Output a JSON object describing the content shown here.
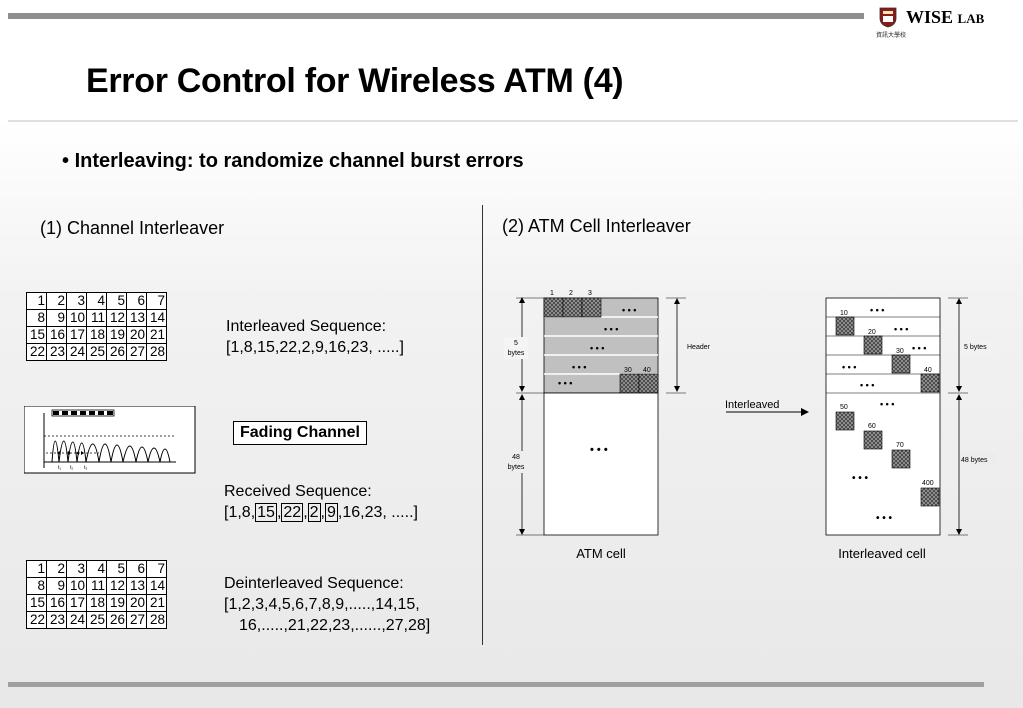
{
  "header": {
    "logo_text": "WISE",
    "logo_text_small": "LAB",
    "logo_subtext": "資訊大學校",
    "title": "Error Control for Wireless ATM (4)"
  },
  "bullet": {
    "symbol": "•",
    "text": "Interleaving:  to randomize channel burst errors"
  },
  "left_section": {
    "heading": "(1)  Channel Interleaver",
    "grid_top": [
      [
        "1",
        "2",
        "3",
        "4",
        "5",
        "6",
        "7"
      ],
      [
        "8",
        "9",
        "10",
        "11",
        "12",
        "13",
        "14"
      ],
      [
        "15",
        "16",
        "17",
        "18",
        "19",
        "20",
        "21"
      ],
      [
        "22",
        "23",
        "24",
        "25",
        "26",
        "27",
        "28"
      ]
    ],
    "grid_bottom": [
      [
        "1",
        "2",
        "3",
        "4",
        "5",
        "6",
        "7"
      ],
      [
        "8",
        "9",
        "10",
        "11",
        "12",
        "13",
        "14"
      ],
      [
        "15",
        "16",
        "17",
        "18",
        "19",
        "20",
        "21"
      ],
      [
        "22",
        "23",
        "24",
        "25",
        "26",
        "27",
        "28"
      ]
    ],
    "interleaved_label": "Interleaved Sequence:",
    "interleaved_value": "[1,8,15,22,2,9,16,23, .....]",
    "fading_channel": "Fading Channel",
    "received_label": "Received Sequence:",
    "received_prefix": "[1,8,",
    "received_errors": [
      "15",
      "22",
      "2",
      "9"
    ],
    "received_suffix": ",16,23, .....]",
    "deinterleaved_label": "Deinterleaved Sequence:",
    "deinterleaved_line1": "[1,2,3,4,5,6,7,8,9,.....,14,15,",
    "deinterleaved_line2": "16,.....,21,22,23,......,27,28]",
    "wave_ticks": [
      "t₁",
      "t₂",
      "t₃"
    ]
  },
  "right_section": {
    "heading": "(2)  ATM Cell Interleaver",
    "atm": {
      "top_numbers": [
        "1",
        "2",
        "3"
      ],
      "row5_numbers": [
        "30",
        "40"
      ],
      "dots": "• • •",
      "five_bytes": [
        "5",
        "bytes"
      ],
      "fortyeight_bytes": [
        "48",
        "bytes"
      ],
      "header_label": "Header",
      "caption": "ATM cell"
    },
    "arrow_label": "Interleaved",
    "interleaved": {
      "numbers": [
        "10",
        "20",
        "30",
        "40",
        "50",
        "60",
        "70",
        "400"
      ],
      "five_bytes": "5 bytes",
      "fortyeight_bytes": "48 bytes",
      "caption": "Interleaved cell"
    },
    "colors": {
      "hatched": "#8a8a8a",
      "header_gray": "#c0c0c0"
    }
  }
}
